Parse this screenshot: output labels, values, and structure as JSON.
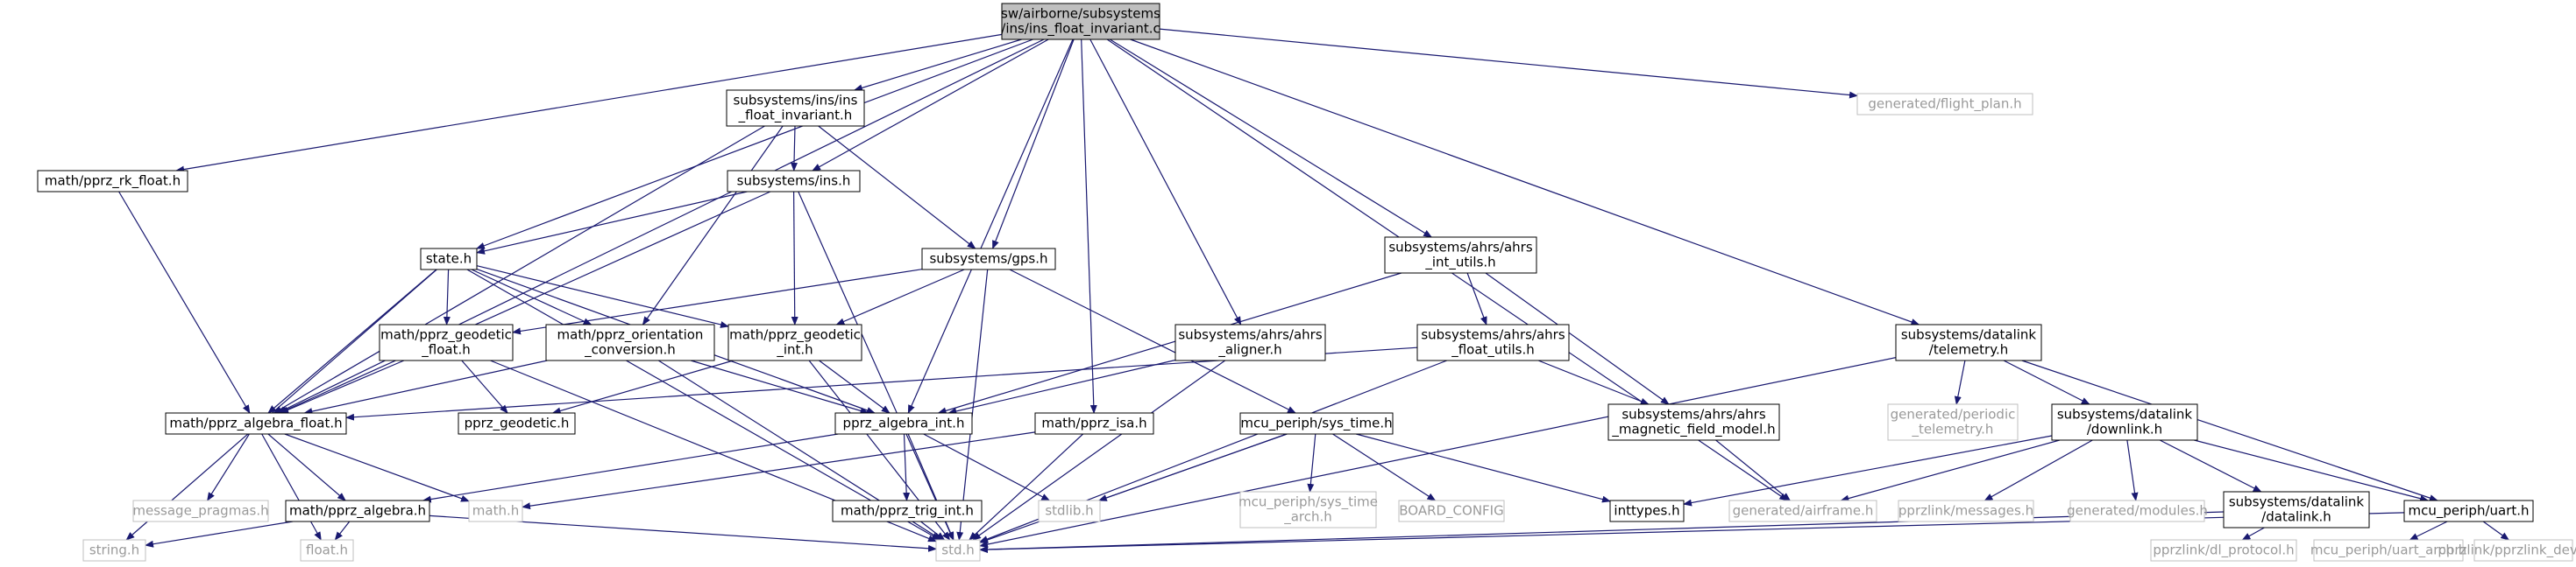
{
  "colors": {
    "root_fill": "#bfbfbf",
    "box_stroke": "#000000",
    "ext_stroke": "#bfbfbf",
    "ext_text": "#9a9a9a",
    "edge": "#191970"
  },
  "nodes": [
    {
      "id": "root",
      "lines": [
        "sw/airborne/subsystems",
        "/ins/ins_float_invariant.c"
      ],
      "kind": "root"
    },
    {
      "id": "flight_plan",
      "lines": [
        "generated/flight_plan.h"
      ],
      "kind": "external"
    },
    {
      "id": "rk_float",
      "lines": [
        "math/pprz_rk_float.h"
      ],
      "kind": "local"
    },
    {
      "id": "ins_float_inv_h",
      "lines": [
        "subsystems/ins/ins",
        "_float_invariant.h"
      ],
      "kind": "local"
    },
    {
      "id": "ins_h",
      "lines": [
        "subsystems/ins.h"
      ],
      "kind": "local"
    },
    {
      "id": "state_h",
      "lines": [
        "state.h"
      ],
      "kind": "local"
    },
    {
      "id": "gps_h",
      "lines": [
        "subsystems/gps.h"
      ],
      "kind": "local"
    },
    {
      "id": "ahrs_int_utils",
      "lines": [
        "subsystems/ahrs/ahrs",
        "_int_utils.h"
      ],
      "kind": "local"
    },
    {
      "id": "ahrs_aligner",
      "lines": [
        "subsystems/ahrs/ahrs",
        "_aligner.h"
      ],
      "kind": "local"
    },
    {
      "id": "ahrs_float_utils",
      "lines": [
        "subsystems/ahrs/ahrs",
        "_float_utils.h"
      ],
      "kind": "local"
    },
    {
      "id": "telemetry_h",
      "lines": [
        "subsystems/datalink",
        "/telemetry.h"
      ],
      "kind": "local"
    },
    {
      "id": "geodetic_float",
      "lines": [
        "math/pprz_geodetic",
        "_float.h"
      ],
      "kind": "local"
    },
    {
      "id": "orientation_conv",
      "lines": [
        "math/pprz_orientation",
        "_conversion.h"
      ],
      "kind": "local"
    },
    {
      "id": "geodetic_int",
      "lines": [
        "math/pprz_geodetic",
        "_int.h"
      ],
      "kind": "local"
    },
    {
      "id": "periodic_telemetry",
      "lines": [
        "generated/periodic",
        "_telemetry.h"
      ],
      "kind": "external"
    },
    {
      "id": "downlink_h",
      "lines": [
        "subsystems/datalink",
        "/downlink.h"
      ],
      "kind": "local"
    },
    {
      "id": "mag_field_model",
      "lines": [
        "subsystems/ahrs/ahrs",
        "_magnetic_field_model.h"
      ],
      "kind": "local"
    },
    {
      "id": "algebra_float",
      "lines": [
        "math/pprz_algebra_float.h"
      ],
      "kind": "local"
    },
    {
      "id": "pprz_geodetic_h",
      "lines": [
        "pprz_geodetic.h"
      ],
      "kind": "local"
    },
    {
      "id": "algebra_int",
      "lines": [
        "pprz_algebra_int.h"
      ],
      "kind": "local"
    },
    {
      "id": "isa_h",
      "lines": [
        "math/pprz_isa.h"
      ],
      "kind": "local"
    },
    {
      "id": "sys_time_h",
      "lines": [
        "mcu_periph/sys_time.h"
      ],
      "kind": "local"
    },
    {
      "id": "inttypes_h",
      "lines": [
        "inttypes.h"
      ],
      "kind": "local"
    },
    {
      "id": "airframe_h",
      "lines": [
        "generated/airframe.h"
      ],
      "kind": "external"
    },
    {
      "id": "messages_h",
      "lines": [
        "pprzlink/messages.h"
      ],
      "kind": "external"
    },
    {
      "id": "modules_h",
      "lines": [
        "generated/modules.h"
      ],
      "kind": "external"
    },
    {
      "id": "datalink_h",
      "lines": [
        "subsystems/datalink",
        "/datalink.h"
      ],
      "kind": "local"
    },
    {
      "id": "uart_h",
      "lines": [
        "mcu_periph/uart.h"
      ],
      "kind": "local"
    },
    {
      "id": "message_pragmas",
      "lines": [
        "message_pragmas.h"
      ],
      "kind": "external"
    },
    {
      "id": "math_h",
      "lines": [
        "math.h"
      ],
      "kind": "external"
    },
    {
      "id": "algebra_h",
      "lines": [
        "math/pprz_algebra.h"
      ],
      "kind": "local"
    },
    {
      "id": "stdlib_h",
      "lines": [
        "stdlib.h"
      ],
      "kind": "external"
    },
    {
      "id": "trig_int",
      "lines": [
        "math/pprz_trig_int.h"
      ],
      "kind": "local"
    },
    {
      "id": "sys_time_arch",
      "lines": [
        "mcu_periph/sys_time",
        "_arch.h"
      ],
      "kind": "external"
    },
    {
      "id": "board_config",
      "lines": [
        "BOARD_CONFIG"
      ],
      "kind": "external"
    },
    {
      "id": "string_h",
      "lines": [
        "string.h"
      ],
      "kind": "external"
    },
    {
      "id": "float_h",
      "lines": [
        "float.h"
      ],
      "kind": "external"
    },
    {
      "id": "std_h",
      "lines": [
        "std.h"
      ],
      "kind": "external"
    },
    {
      "id": "dl_protocol",
      "lines": [
        "pprzlink/dl_protocol.h"
      ],
      "kind": "external"
    },
    {
      "id": "uart_arch",
      "lines": [
        "mcu_periph/uart_arch.h"
      ],
      "kind": "external"
    },
    {
      "id": "pprzlink_device",
      "lines": [
        "pprzlink/pprzlink_device.h"
      ],
      "kind": "external"
    }
  ],
  "edges": [
    [
      "root",
      "flight_plan"
    ],
    [
      "root",
      "rk_float"
    ],
    [
      "root",
      "ins_float_inv_h"
    ],
    [
      "root",
      "ins_h"
    ],
    [
      "root",
      "state_h"
    ],
    [
      "root",
      "gps_h"
    ],
    [
      "root",
      "ahrs_int_utils"
    ],
    [
      "root",
      "ahrs_aligner"
    ],
    [
      "root",
      "telemetry_h"
    ],
    [
      "root",
      "algebra_float"
    ],
    [
      "root",
      "algebra_int"
    ],
    [
      "root",
      "isa_h"
    ],
    [
      "root",
      "airframe_h"
    ],
    [
      "rk_float",
      "algebra_float"
    ],
    [
      "ins_float_inv_h",
      "ins_h"
    ],
    [
      "ins_float_inv_h",
      "gps_h"
    ],
    [
      "ins_float_inv_h",
      "algebra_float"
    ],
    [
      "ins_float_inv_h",
      "orientation_conv"
    ],
    [
      "ins_h",
      "state_h"
    ],
    [
      "ins_h",
      "algebra_float"
    ],
    [
      "ins_h",
      "geodetic_int"
    ],
    [
      "ins_h",
      "std_h"
    ],
    [
      "state_h",
      "geodetic_float"
    ],
    [
      "state_h",
      "orientation_conv"
    ],
    [
      "state_h",
      "geodetic_int"
    ],
    [
      "state_h",
      "algebra_float"
    ],
    [
      "state_h",
      "algebra_int"
    ],
    [
      "state_h",
      "string_h"
    ],
    [
      "state_h",
      "std_h"
    ],
    [
      "gps_h",
      "geodetic_float"
    ],
    [
      "gps_h",
      "geodetic_int"
    ],
    [
      "gps_h",
      "sys_time_h"
    ],
    [
      "gps_h",
      "std_h"
    ],
    [
      "ahrs_int_utils",
      "ahrs_float_utils"
    ],
    [
      "ahrs_int_utils",
      "mag_field_model"
    ],
    [
      "ahrs_int_utils",
      "algebra_int"
    ],
    [
      "ahrs_aligner",
      "algebra_int"
    ],
    [
      "ahrs_aligner",
      "std_h"
    ],
    [
      "ahrs_float_utils",
      "mag_field_model"
    ],
    [
      "ahrs_float_utils",
      "algebra_float"
    ],
    [
      "ahrs_float_utils",
      "std_h"
    ],
    [
      "telemetry_h",
      "periodic_telemetry"
    ],
    [
      "telemetry_h",
      "downlink_h"
    ],
    [
      "telemetry_h",
      "uart_h"
    ],
    [
      "telemetry_h",
      "std_h"
    ],
    [
      "geodetic_float",
      "pprz_geodetic_h"
    ],
    [
      "geodetic_float",
      "algebra_float"
    ],
    [
      "geodetic_float",
      "std_h"
    ],
    [
      "orientation_conv",
      "algebra_float"
    ],
    [
      "orientation_conv",
      "algebra_int"
    ],
    [
      "orientation_conv",
      "std_h"
    ],
    [
      "geodetic_int",
      "pprz_geodetic_h"
    ],
    [
      "geodetic_int",
      "algebra_int"
    ],
    [
      "geodetic_int",
      "std_h"
    ],
    [
      "downlink_h",
      "inttypes_h"
    ],
    [
      "downlink_h",
      "airframe_h"
    ],
    [
      "downlink_h",
      "messages_h"
    ],
    [
      "downlink_h",
      "modules_h"
    ],
    [
      "downlink_h",
      "datalink_h"
    ],
    [
      "downlink_h",
      "uart_h"
    ],
    [
      "mag_field_model",
      "airframe_h"
    ],
    [
      "algebra_float",
      "message_pragmas"
    ],
    [
      "algebra_float",
      "math_h"
    ],
    [
      "algebra_float",
      "algebra_h"
    ],
    [
      "algebra_float",
      "float_h"
    ],
    [
      "algebra_int",
      "algebra_h"
    ],
    [
      "algebra_int",
      "trig_int"
    ],
    [
      "algebra_int",
      "stdlib_h"
    ],
    [
      "algebra_int",
      "std_h"
    ],
    [
      "isa_h",
      "math_h"
    ],
    [
      "isa_h",
      "std_h"
    ],
    [
      "sys_time_h",
      "stdlib_h"
    ],
    [
      "sys_time_h",
      "sys_time_arch"
    ],
    [
      "sys_time_h",
      "board_config"
    ],
    [
      "sys_time_h",
      "inttypes_h"
    ],
    [
      "sys_time_h",
      "std_h"
    ],
    [
      "datalink_h",
      "std_h"
    ],
    [
      "datalink_h",
      "dl_protocol"
    ],
    [
      "uart_h",
      "std_h"
    ],
    [
      "uart_h",
      "uart_arch"
    ],
    [
      "uart_h",
      "pprzlink_device"
    ],
    [
      "algebra_h",
      "string_h"
    ],
    [
      "algebra_h",
      "float_h"
    ],
    [
      "algebra_h",
      "std_h"
    ],
    [
      "trig_int",
      "std_h"
    ]
  ]
}
